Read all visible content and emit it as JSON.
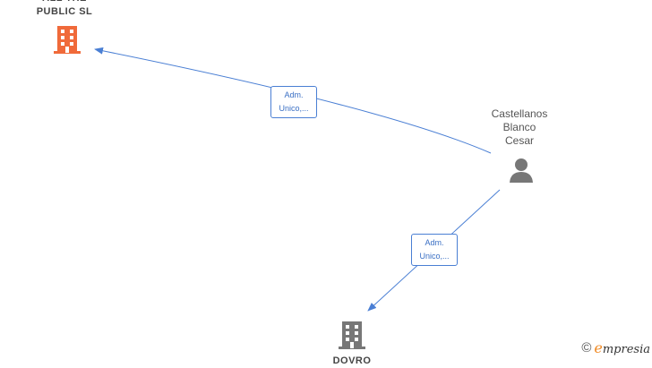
{
  "nodes": {
    "company_top": {
      "label": "ALL THE\nPUBLIC  SL",
      "icon": "building-icon",
      "color": "#f06a3a"
    },
    "person": {
      "label": "Castellanos\nBlanco\nCesar",
      "icon": "person-icon",
      "color": "#777777"
    },
    "company_bottom": {
      "label": "DOVRO",
      "icon": "building-icon",
      "color": "#777777"
    }
  },
  "edges": [
    {
      "label": "Adm.\nUnico,...",
      "from": "person",
      "to": "company_top",
      "color": "#4a7fd4"
    },
    {
      "label": "Adm.\nUnico,...",
      "from": "person",
      "to": "company_bottom",
      "color": "#4a7fd4"
    }
  ],
  "watermark": {
    "copyright": "©",
    "brand_first": "e",
    "brand_rest": "mpresia"
  }
}
